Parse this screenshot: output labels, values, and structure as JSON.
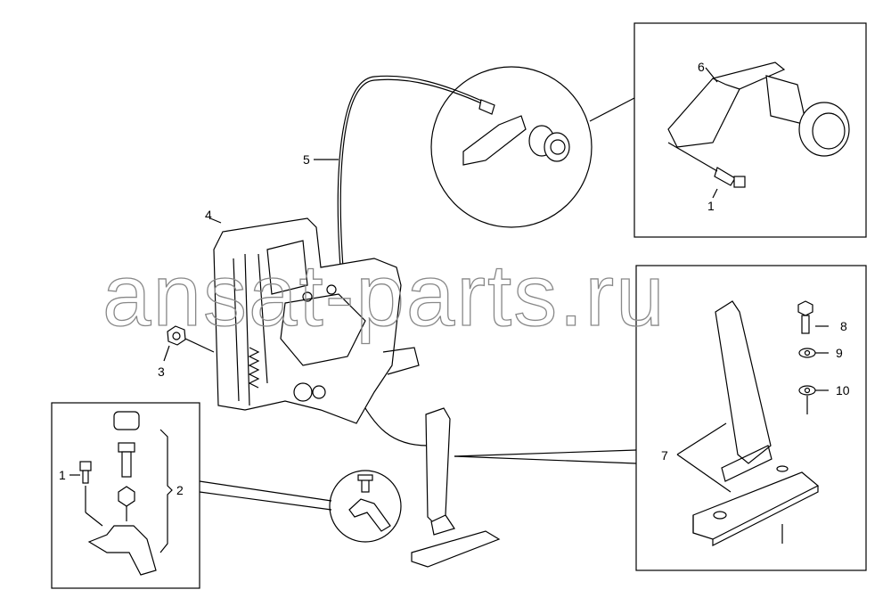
{
  "watermark": "ansat-parts.ru",
  "callouts": {
    "c1_top": "1",
    "c1_bottom": "1",
    "c2": "2",
    "c3": "3",
    "c4": "4",
    "c5": "5",
    "c6": "6",
    "c7": "7",
    "c8": "8",
    "c9": "9",
    "c10": "10"
  }
}
